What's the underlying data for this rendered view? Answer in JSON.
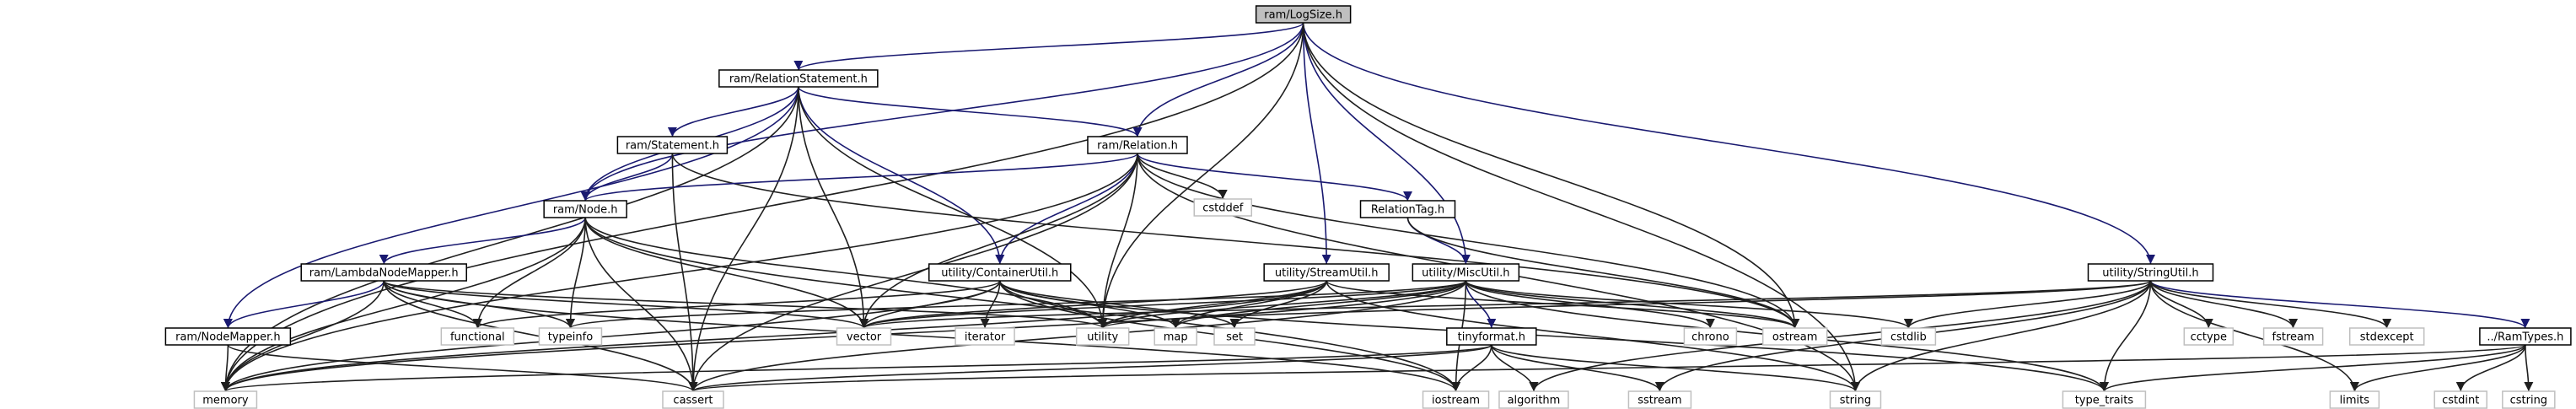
{
  "diagram": {
    "colors": {
      "root_fill": "#bfbfbf",
      "node_border": "#000000",
      "system_border": "#bfbfbf",
      "edge_primary": "#191970",
      "edge_secondary": "#1f1f1f"
    },
    "nodes": [
      {
        "id": "logsize",
        "label": "ram/LogSize.h",
        "kind": "root"
      },
      {
        "id": "relstmt",
        "label": "ram/RelationStatement.h",
        "kind": "local"
      },
      {
        "id": "statement",
        "label": "ram/Statement.h",
        "kind": "local"
      },
      {
        "id": "relation",
        "label": "ram/Relation.h",
        "kind": "local"
      },
      {
        "id": "node",
        "label": "ram/Node.h",
        "kind": "local"
      },
      {
        "id": "cstddef",
        "label": "cstddef",
        "kind": "system"
      },
      {
        "id": "reltag",
        "label": "RelationTag.h",
        "kind": "local"
      },
      {
        "id": "lambdamapper",
        "label": "ram/LambdaNodeMapper.h",
        "kind": "local"
      },
      {
        "id": "containerutil",
        "label": "utility/ContainerUtil.h",
        "kind": "local"
      },
      {
        "id": "streamutil",
        "label": "utility/StreamUtil.h",
        "kind": "local"
      },
      {
        "id": "miscutil",
        "label": "utility/MiscUtil.h",
        "kind": "local"
      },
      {
        "id": "stringutil",
        "label": "utility/StringUtil.h",
        "kind": "local"
      },
      {
        "id": "nodemapper",
        "label": "ram/NodeMapper.h",
        "kind": "local"
      },
      {
        "id": "functional",
        "label": "functional",
        "kind": "system"
      },
      {
        "id": "typeinfo",
        "label": "typeinfo",
        "kind": "system"
      },
      {
        "id": "vector",
        "label": "vector",
        "kind": "system"
      },
      {
        "id": "iterator",
        "label": "iterator",
        "kind": "system"
      },
      {
        "id": "utility",
        "label": "utility",
        "kind": "system"
      },
      {
        "id": "map",
        "label": "map",
        "kind": "system"
      },
      {
        "id": "set",
        "label": "set",
        "kind": "system"
      },
      {
        "id": "chrono",
        "label": "chrono",
        "kind": "system"
      },
      {
        "id": "ostream",
        "label": "ostream",
        "kind": "system"
      },
      {
        "id": "cstdlib",
        "label": "cstdlib",
        "kind": "system"
      },
      {
        "id": "cctype",
        "label": "cctype",
        "kind": "system"
      },
      {
        "id": "fstream",
        "label": "fstream",
        "kind": "system"
      },
      {
        "id": "stdexcept",
        "label": "stdexcept",
        "kind": "system"
      },
      {
        "id": "ramtypes",
        "label": "../RamTypes.h",
        "kind": "local"
      },
      {
        "id": "tinyformat",
        "label": "tinyformat.h",
        "kind": "local"
      },
      {
        "id": "memory",
        "label": "memory",
        "kind": "system"
      },
      {
        "id": "cassert",
        "label": "cassert",
        "kind": "system"
      },
      {
        "id": "iostream",
        "label": "iostream",
        "kind": "system"
      },
      {
        "id": "algorithm",
        "label": "algorithm",
        "kind": "system"
      },
      {
        "id": "sstream",
        "label": "sstream",
        "kind": "system"
      },
      {
        "id": "string",
        "label": "string",
        "kind": "system"
      },
      {
        "id": "typetraits",
        "label": "type_traits",
        "kind": "system"
      },
      {
        "id": "limits",
        "label": "limits",
        "kind": "system"
      },
      {
        "id": "cstdint",
        "label": "cstdint",
        "kind": "system"
      },
      {
        "id": "cstring",
        "label": "cstring",
        "kind": "system"
      }
    ],
    "edges": [
      [
        "logsize",
        "relstmt"
      ],
      [
        "logsize",
        "relation"
      ],
      [
        "logsize",
        "node"
      ],
      [
        "logsize",
        "streamutil"
      ],
      [
        "logsize",
        "miscutil"
      ],
      [
        "logsize",
        "stringutil"
      ],
      [
        "logsize",
        "memory"
      ],
      [
        "logsize",
        "ostream"
      ],
      [
        "logsize",
        "string"
      ],
      [
        "logsize",
        "utility"
      ],
      [
        "relstmt",
        "statement"
      ],
      [
        "relstmt",
        "relation"
      ],
      [
        "relstmt",
        "node"
      ],
      [
        "relstmt",
        "nodemapper"
      ],
      [
        "relstmt",
        "containerutil"
      ],
      [
        "relstmt",
        "memory"
      ],
      [
        "relstmt",
        "vector"
      ],
      [
        "relstmt",
        "cassert"
      ],
      [
        "relstmt",
        "utility"
      ],
      [
        "statement",
        "node"
      ],
      [
        "statement",
        "cassert"
      ],
      [
        "statement",
        "ostream"
      ],
      [
        "relation",
        "node"
      ],
      [
        "relation",
        "reltag"
      ],
      [
        "relation",
        "containerutil"
      ],
      [
        "relation",
        "cstddef"
      ],
      [
        "relation",
        "memory"
      ],
      [
        "relation",
        "vector"
      ],
      [
        "relation",
        "cassert"
      ],
      [
        "relation",
        "utility"
      ],
      [
        "relation",
        "ostream"
      ],
      [
        "relation",
        "string"
      ],
      [
        "node",
        "lambdamapper"
      ],
      [
        "node",
        "functional"
      ],
      [
        "node",
        "typeinfo"
      ],
      [
        "node",
        "vector"
      ],
      [
        "node",
        "memory"
      ],
      [
        "node",
        "cassert"
      ],
      [
        "node",
        "iostream"
      ],
      [
        "node",
        "utility"
      ],
      [
        "reltag",
        "miscutil"
      ],
      [
        "reltag",
        "ostream"
      ],
      [
        "lambdamapper",
        "nodemapper"
      ],
      [
        "lambdamapper",
        "functional"
      ],
      [
        "lambdamapper",
        "typeinfo"
      ],
      [
        "lambdamapper",
        "vector"
      ],
      [
        "lambdamapper",
        "memory"
      ],
      [
        "lambdamapper",
        "cassert"
      ],
      [
        "lambdamapper",
        "utility"
      ],
      [
        "lambdamapper",
        "iostream"
      ],
      [
        "nodemapper",
        "memory"
      ],
      [
        "nodemapper",
        "cassert"
      ],
      [
        "containerutil",
        "functional"
      ],
      [
        "containerutil",
        "vector"
      ],
      [
        "containerutil",
        "iterator"
      ],
      [
        "containerutil",
        "utility"
      ],
      [
        "containerutil",
        "map"
      ],
      [
        "containerutil",
        "set"
      ],
      [
        "containerutil",
        "memory"
      ],
      [
        "containerutil",
        "iostream"
      ],
      [
        "containerutil",
        "typetraits"
      ],
      [
        "streamutil",
        "vector"
      ],
      [
        "streamutil",
        "utility"
      ],
      [
        "streamutil",
        "map"
      ],
      [
        "streamutil",
        "set"
      ],
      [
        "streamutil",
        "ostream"
      ],
      [
        "streamutil",
        "memory"
      ],
      [
        "streamutil",
        "string"
      ],
      [
        "miscutil",
        "tinyformat"
      ],
      [
        "miscutil",
        "chrono"
      ],
      [
        "miscutil",
        "ostream"
      ],
      [
        "miscutil",
        "cstdlib"
      ],
      [
        "miscutil",
        "vector"
      ],
      [
        "miscutil",
        "memory"
      ],
      [
        "miscutil",
        "cassert"
      ],
      [
        "miscutil",
        "iostream"
      ],
      [
        "miscutil",
        "typeinfo"
      ],
      [
        "miscutil",
        "utility"
      ],
      [
        "miscutil",
        "map"
      ],
      [
        "miscutil",
        "typetraits"
      ],
      [
        "stringutil",
        "ramtypes"
      ],
      [
        "stringutil",
        "cctype"
      ],
      [
        "stringutil",
        "fstream"
      ],
      [
        "stringutil",
        "stdexcept"
      ],
      [
        "stringutil",
        "cstdlib"
      ],
      [
        "stringutil",
        "vector"
      ],
      [
        "stringutil",
        "limits"
      ],
      [
        "stringutil",
        "string"
      ],
      [
        "stringutil",
        "sstream"
      ],
      [
        "stringutil",
        "algorithm"
      ],
      [
        "stringutil",
        "typetraits"
      ],
      [
        "stringutil",
        "utility"
      ],
      [
        "tinyformat",
        "memory"
      ],
      [
        "tinyformat",
        "cassert"
      ],
      [
        "tinyformat",
        "iostream"
      ],
      [
        "tinyformat",
        "algorithm"
      ],
      [
        "tinyformat",
        "sstream"
      ],
      [
        "tinyformat",
        "string"
      ],
      [
        "ramtypes",
        "cassert"
      ],
      [
        "ramtypes",
        "typetraits"
      ],
      [
        "ramtypes",
        "limits"
      ],
      [
        "ramtypes",
        "cstdint"
      ],
      [
        "ramtypes",
        "cstring"
      ]
    ]
  }
}
